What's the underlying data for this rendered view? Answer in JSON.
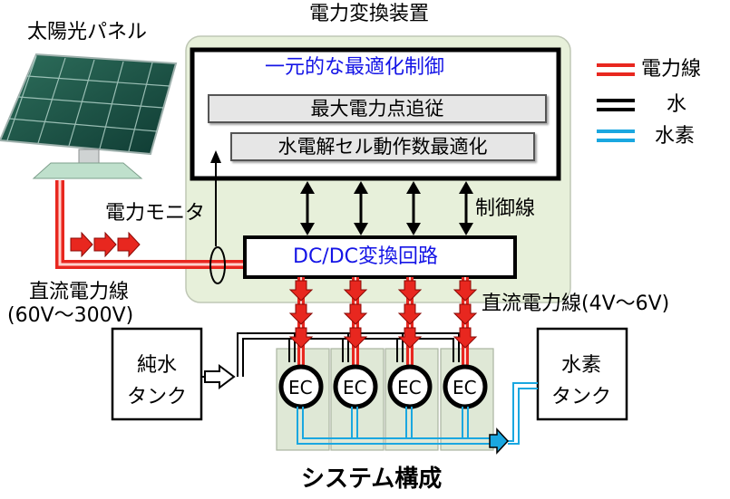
{
  "labels": {
    "solar_panel": "太陽光パネル",
    "converter_title": "電力変換装置",
    "unified_control": "一元的な最適化制御",
    "mppt": "最大電力点追従",
    "cell_opt": "水電解セル動作数最適化",
    "power_monitor": "電力モニタ",
    "control_line": "制御線",
    "dcdc": "DC/DC変換回路",
    "dc_line_in_1": "直流電力線",
    "dc_line_in_2": "(60V～300V)",
    "dc_line_out": "直流電力線(4V～6V)",
    "pure_water_tank_1": "純水",
    "pure_water_tank_2": "タンク",
    "hydrogen_tank_1": "水素",
    "hydrogen_tank_2": "タンク",
    "ec": "EC",
    "caption": "システム構成"
  },
  "legend": [
    {
      "label": "電力線",
      "color": "#e8271f"
    },
    {
      "label": "水",
      "color": "#000000"
    },
    {
      "label": "水素",
      "color": "#1aa7e0"
    }
  ],
  "colors": {
    "power": "#e8271f",
    "water": "#000000",
    "hydrogen": "#1aa7e0",
    "converter_bg": "#e7f0da",
    "accent_text": "#1414e6"
  }
}
